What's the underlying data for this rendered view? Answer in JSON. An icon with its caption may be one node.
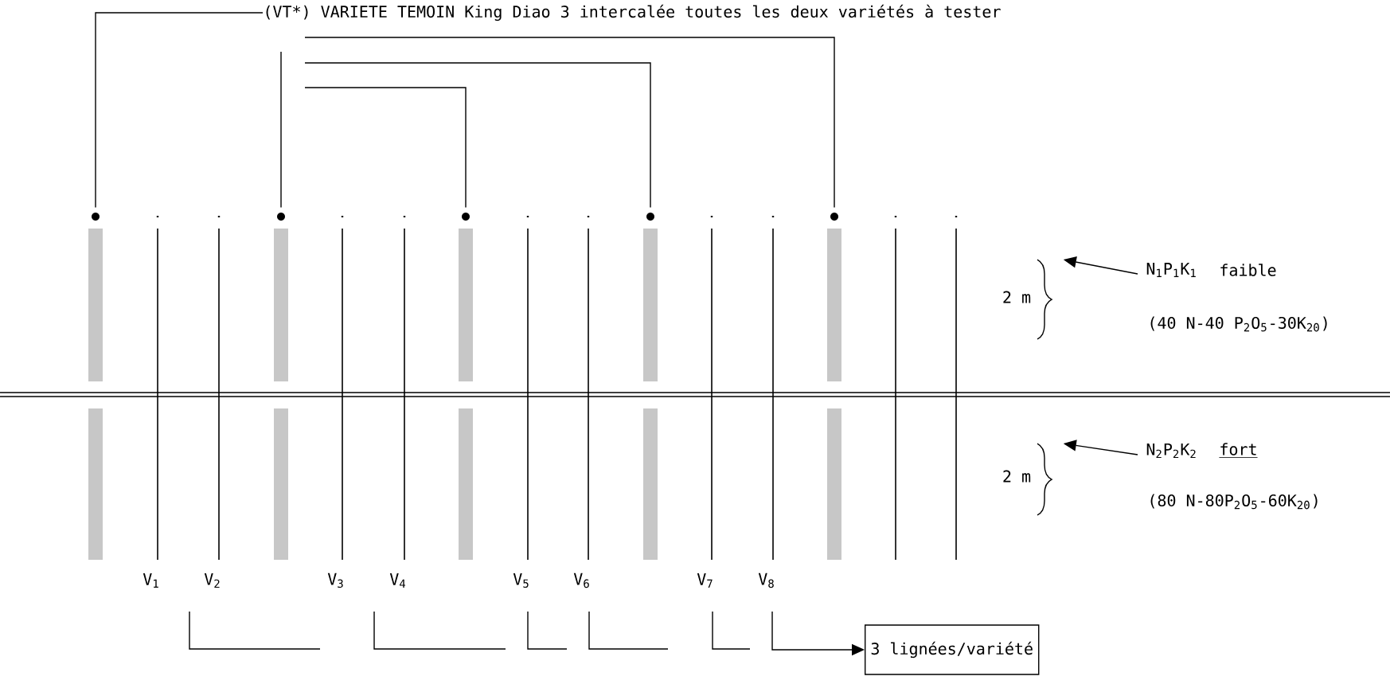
{
  "diagram": {
    "nodes": [
      {
        "text": [
          "(VT*) VARIETE TEMOIN King Diao 3 intercalée toutes les deux variétés à tester"
        ]
      },
      {
        "text": [],
        "shape": "circle"
      },
      {
        "text": [],
        "shape": "circle"
      },
      {
        "text": [],
        "shape": "circle"
      },
      {
        "text": [],
        "shape": "circle"
      },
      {
        "text": [],
        "shape": "circle"
      },
      {
        "text": [],
        "shape": "bracket"
      },
      {
        "text": [
          "N$_{1}$P$_{1}$K$_{1}$",
          "faible",
          "(40 N-40 P$_{2}$O$_{5}$-30K$_{20}$)"
        ]
      },
      {
        "text": [],
        "shape": "bracket"
      },
      {
        "text": [
          "N$_{2}$P$_{2}$K$_{2}$",
          "fort",
          "(80 N-80P$_{2}$O$_{5}$-60K$_{20}$)"
        ]
      },
      {
        "text": [
          "3 lignées/variété"
        ]
      }
    ],
    "edges": [
      {
        "from": 0,
        "to": 1,
        "arrow": "none"
      },
      {
        "from": 0,
        "to": 2,
        "arrow": "none"
      },
      {
        "from": 0,
        "to": 3,
        "arrow": "none"
      },
      {
        "from": 0,
        "to": 4,
        "arrow": "none"
      },
      {
        "from": 0,
        "to": 5,
        "arrow": "none"
      },
      {
        "from": 7,
        "to": 6,
        "arrow": "to"
      },
      {
        "from": 9,
        "to": 8,
        "arrow": "to"
      },
      {
        "from": null,
        "to": 10,
        "arrow": "to"
      }
    ],
    "labels": [
      "2 m",
      "2 m",
      "V$_{1}$",
      "V$_{2}$",
      "V$_{3}$",
      "V$_{4}$",
      "V$_{5}$",
      "V$_{6}$",
      "V$_{7}$",
      "V$_{8}$"
    ]
  }
}
